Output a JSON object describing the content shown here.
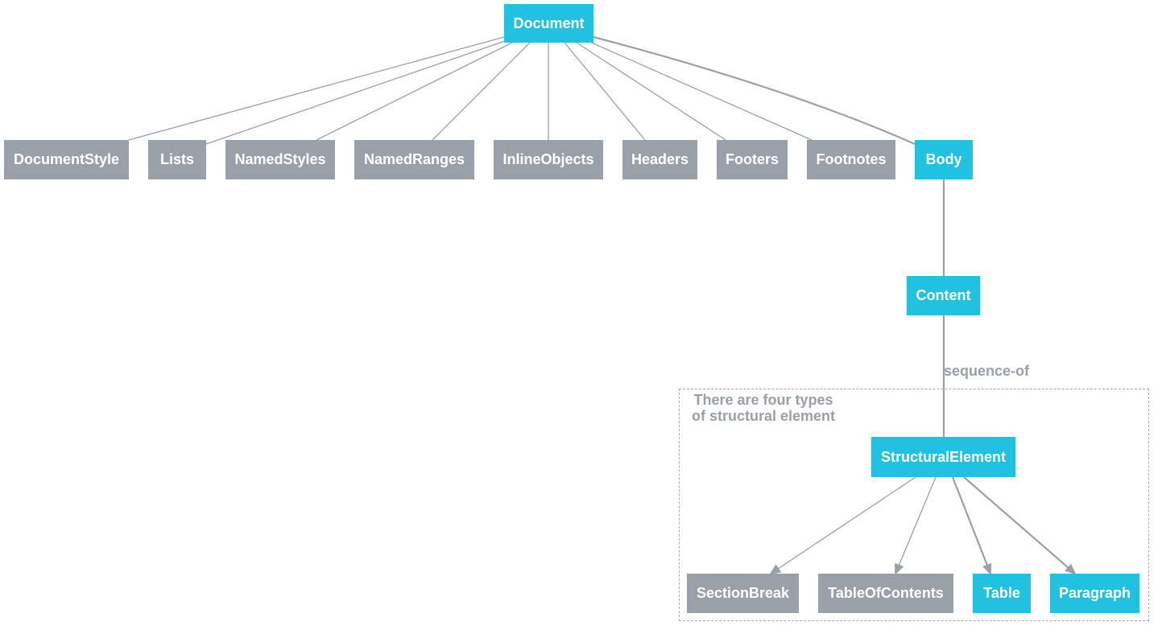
{
  "colors": {
    "accent": "#21c1e0",
    "muted": "#9aa0a8",
    "edge": "#9aa0a8"
  },
  "nodes": {
    "document": "Document",
    "document_style": "DocumentStyle",
    "lists": "Lists",
    "named_styles": "NamedStyles",
    "named_ranges": "NamedRanges",
    "inline_objects": "InlineObjects",
    "headers": "Headers",
    "footers": "Footers",
    "footnotes": "Footnotes",
    "body": "Body",
    "content": "Content",
    "structural_element": "StructuralElement",
    "section_break": "SectionBreak",
    "table_of_contents": "TableOfContents",
    "table": "Table",
    "paragraph": "Paragraph"
  },
  "edge_labels": {
    "content_to_structural": "sequence-of"
  },
  "cluster": {
    "label_line1": "There are four types",
    "label_line2": "of structural element"
  }
}
